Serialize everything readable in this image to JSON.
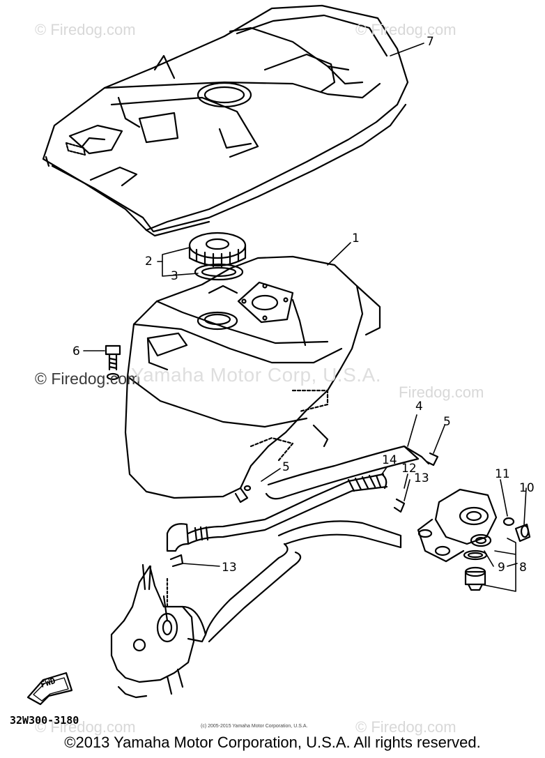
{
  "watermarks": {
    "firedog_tl": "© Firedog.com",
    "firedog_tr": "© Firedog.com",
    "firedog_mid": "© Firedog.com",
    "firedog_mid_right": "Firedog.com",
    "firedog_bottom_left": "© Firedog.com",
    "firedog_bottom_right": "© Firedog.com",
    "yamaha": "Yamaha Motor Corp, U.S.A."
  },
  "callouts": {
    "n1": "1",
    "n2": "2",
    "n3": "3",
    "n4": "4",
    "n5a": "5",
    "n5b": "5",
    "n6": "6",
    "n7": "7",
    "n8": "8",
    "n9": "9",
    "n10": "10",
    "n11": "11",
    "n12": "12",
    "n13a": "13",
    "n13b": "13",
    "n14": "14"
  },
  "fwd_label": "FWD",
  "diagram_code": "32W300-3180",
  "small_copyright": "(c) 2005-2015 Yamaha Motor Corporation, U.S.A.",
  "copyright": "©2013 Yamaha Motor Corporation, U.S.A. All rights reserved."
}
